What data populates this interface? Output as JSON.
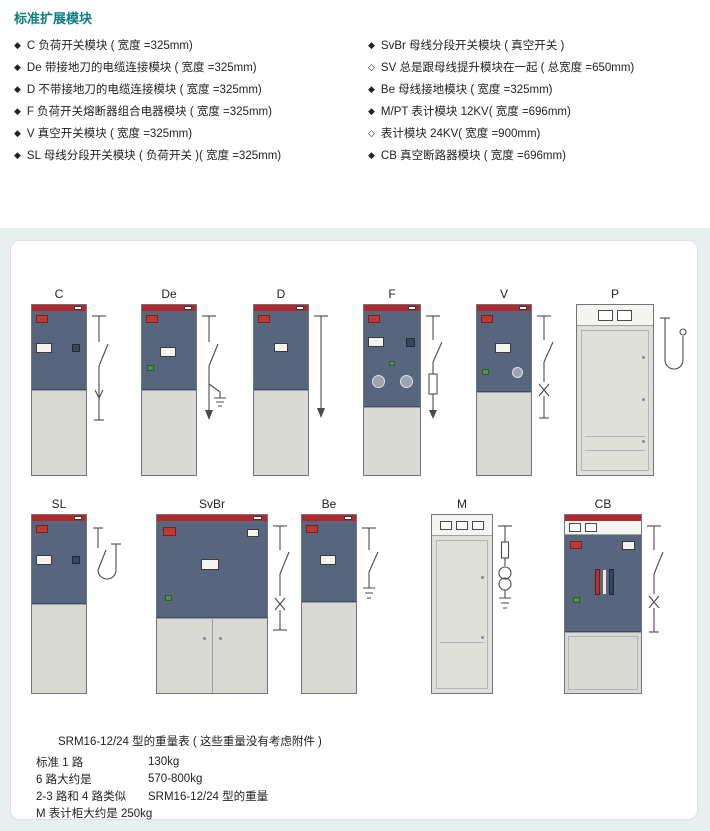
{
  "header": {
    "title": "标准扩展模块"
  },
  "bullets": {
    "left": [
      {
        "marker": "◆",
        "text": "C 负荷开关模块 ( 宽度 =325mm)"
      },
      {
        "marker": "◆",
        "text": "De 带接地刀的电缆连接模块 ( 宽度 =325mm)"
      },
      {
        "marker": "◆",
        "text": "D 不带接地刀的电缆连接模块 ( 宽度 =325mm)"
      },
      {
        "marker": "◆",
        "text": "F 负荷开关熔断器组合电器模块 ( 宽度 =325mm)"
      },
      {
        "marker": "◆",
        "text": "V 真空开关模块 ( 宽度 =325mm)"
      },
      {
        "marker": "◆",
        "text": "SL 母线分段开关模块 ( 负荷开关 )( 宽度 =325mm)"
      }
    ],
    "right": [
      {
        "marker": "◆",
        "text": "SvBr 母线分段开关模块 ( 真空开关 )"
      },
      {
        "marker": "◇",
        "text": "SV 总是跟母线提升模块在一起 ( 总宽度 =650mm)"
      },
      {
        "marker": "◆",
        "text": "Be 母线接地模块 ( 宽度 =325mm)"
      },
      {
        "marker": "◆",
        "text": "M/PT 表计模块 12KV( 宽度 =696mm)"
      },
      {
        "marker": "◇",
        "text": "表计模块 24KV( 宽度 =900mm)"
      },
      {
        "marker": "◆",
        "text": "CB 真空断路器模块 ( 宽度 =696mm)"
      }
    ]
  },
  "modules": {
    "row1": [
      {
        "label": "C"
      },
      {
        "label": "De"
      },
      {
        "label": "D"
      },
      {
        "label": "F"
      },
      {
        "label": "V"
      },
      {
        "label": "P"
      }
    ],
    "row2": [
      {
        "label": "SL"
      },
      {
        "label": "SvBr"
      },
      {
        "label": "Be"
      },
      {
        "label": "M"
      },
      {
        "label": "CB"
      }
    ]
  },
  "weights": {
    "title": "SRM16-12/24 型的重量表 ( 这些重量没有考虑附件 )",
    "rows": [
      {
        "label": "标准 1 路",
        "value": "130kg"
      },
      {
        "label": "6 路大约是",
        "value": "570-800kg"
      },
      {
        "label": "2-3 路和 4 路类似",
        "value": "SRM16-12/24 型的重量"
      },
      {
        "label": "M 表计柜大约是 250kg",
        "value": ""
      }
    ]
  },
  "colors": {
    "accent_teal": "#0e7d7d",
    "cabinet_dark": "#57657e",
    "stripe_red": "#b0292c",
    "cabinet_light": "#d9d9d4",
    "section_bg": "#e9eef1"
  }
}
